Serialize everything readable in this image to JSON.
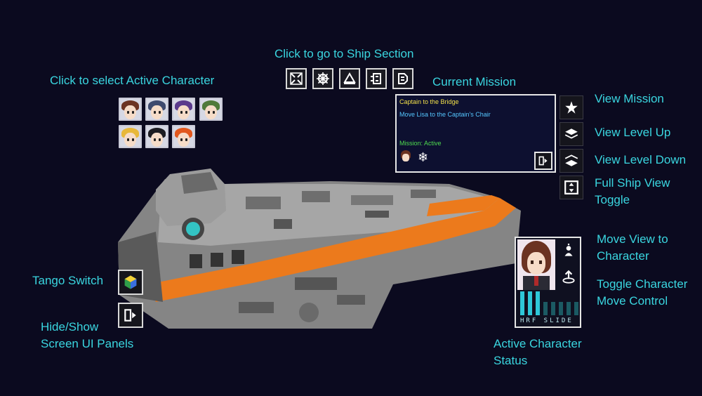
{
  "annotations": {
    "ship_section": "Click to go to Ship Section",
    "active_character": "Click to select Active Character",
    "current_mission": "Current Mission",
    "view_mission": "View Mission",
    "view_level_up": "View Level Up",
    "view_level_down": "View Level Down",
    "full_ship_view_1": "Full Ship View",
    "full_ship_view_2": "Toggle",
    "move_view_1": "Move View to",
    "move_view_2": "Character",
    "toggle_move_1": "Toggle Character",
    "toggle_move_2": "Move Control",
    "tango_switch": "Tango Switch",
    "hide_show_1": "Hide/Show",
    "hide_show_2": "Screen UI Panels",
    "char_status_1": "Active Character",
    "char_status_2": "Status"
  },
  "mission": {
    "title": "Captain to the Bridge",
    "task": "Move Lisa to the Captain's Chair",
    "status": "Mission: Active"
  },
  "status_labels": "HRF SLIDE",
  "status_levels": [
    1,
    1,
    1,
    0.55,
    0.55,
    0.55,
    0.55,
    0.55
  ],
  "characters": [
    {
      "hair": "#6b3322"
    },
    {
      "hair": "#3e4a6e"
    },
    {
      "hair": "#5b3a8c"
    },
    {
      "hair": "#4f7a3a"
    },
    {
      "hair": "#e8b83a"
    },
    {
      "hair": "#1c1c22"
    },
    {
      "hair": "#e2581e"
    }
  ],
  "colors": {
    "background": "#0b0a1f",
    "annotation": "#3ad6e0",
    "ship_orange": "#ec7a1c",
    "ship_gray": "#8a8a8a"
  },
  "icons": {
    "ship_sections": [
      "crosshair-icon",
      "helm-wheel-icon",
      "science-icon",
      "engine-icon",
      "dock-icon"
    ],
    "mission_panel": [
      "captain-portrait-icon",
      "snowflake-icon"
    ]
  }
}
